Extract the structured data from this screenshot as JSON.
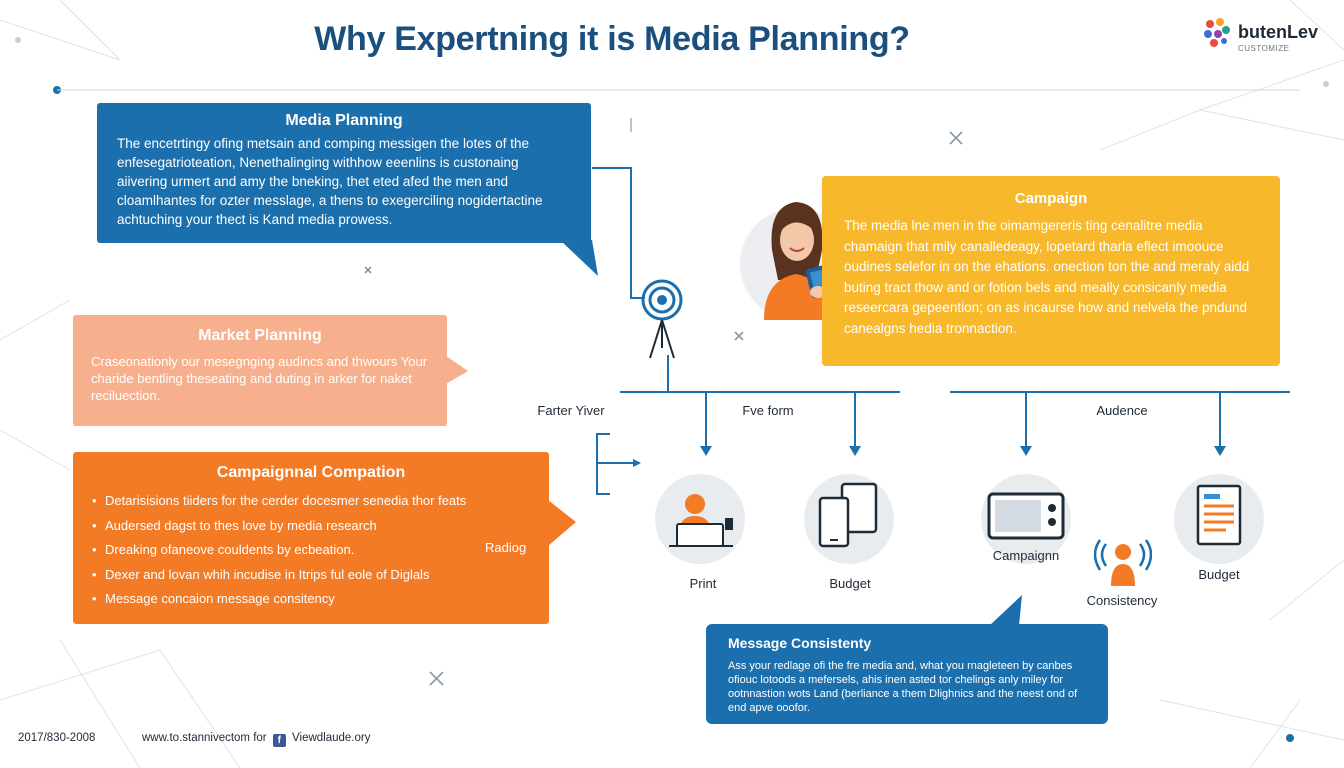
{
  "title": "Why Expertning it is Media Planning?",
  "logo": {
    "name": "butenLev",
    "subtitle": "CUSTOMIZE"
  },
  "media_planning": {
    "heading": "Media Planning",
    "body": "The encetrtingy ofing metsain and comping messigen the lotes of the enfesegatrioteation, Nenethalinging withhow eeenlins is custonaing aiivering urmert and amy the bneking, thet eted afed the men and cloamlhantes for ozter messlage, a thens to exegerciling nogidertactine achtuching your thect is Kand media prowess."
  },
  "market_planning": {
    "heading": "Market Planning",
    "body": "Craseonationly our mesegnging audincs and thwours Your charide bentling theseating and duting in arker for naket reciluection."
  },
  "campaign_completion": {
    "heading": "Campaignnal Compation",
    "items": [
      "Detarisisions tiiders for the cerder docesmer senedia thor feats",
      "Audersed dagst to thes love by media research",
      "Dreaking ofaneove couldents by ecbeation.",
      "Dexer and lovan whih incudise in Itrips ful eole of Diglals",
      "Message concaion message consitency"
    ],
    "radio_label": "Radiog"
  },
  "campaign": {
    "heading": "Campaign",
    "body": "The media lne men in the oimamgereris ting cenalitre media chamaign that mily canalledeagy, lopetard tharla eflect imoouce oudines selefor in on the ehations. onection ton the and meraly aidd buting tract thow and or fotion bels and meally consicanly media reseercara gepeention; on as incaurse how and nelvela the pndund canealgns hedia tronnaction."
  },
  "timeline": {
    "left_label": "Farter Yiver",
    "mid_label": "Fve form",
    "right_label": "Audence"
  },
  "nodes": [
    {
      "name": "print",
      "label": "Print"
    },
    {
      "name": "budget-devices",
      "label": "Budget"
    },
    {
      "name": "campaign-tv",
      "label": "Campaignn"
    },
    {
      "name": "consistency",
      "label": "Consistency"
    },
    {
      "name": "budget-doc",
      "label": "Budget"
    }
  ],
  "message_consistency": {
    "heading": "Message Consistenty",
    "body": "Ass your redlage ofi the fre media and, what you rnagleteen by canbes ofiouc lotoods a mefersels, ahis inen asted tor chelings anly miley for ootnnastion wots Land (berliance a them Dlighnics and the neest ond of end apve ooofor."
  },
  "footer": {
    "date": "2017/830-2008",
    "website": "www.to.stannivectom for",
    "social": "Viewdlaude.ory",
    "social_icon": "facebook-icon"
  },
  "colors": {
    "blue": "#1c6fad",
    "orange": "#f47b25",
    "peach": "#f7b08d",
    "yellow": "#f7b82b",
    "title": "#1a4f7e"
  }
}
